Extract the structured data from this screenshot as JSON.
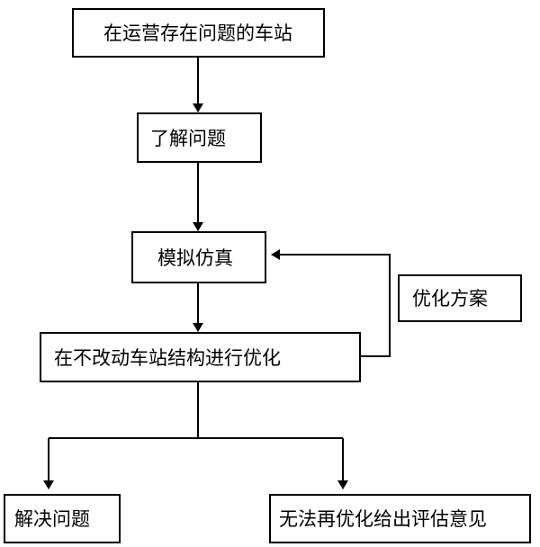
{
  "nodes": {
    "start": {
      "label": "在运营存在问题的车站"
    },
    "understand": {
      "label": "了解问题"
    },
    "simulate": {
      "label": "模拟仿真"
    },
    "optimize": {
      "label": "在不改动车站结构进行优化"
    },
    "plan": {
      "label": "优化方案"
    },
    "solve": {
      "label": "解决问题"
    },
    "evaluate": {
      "label": "无法再优化给出评估意见"
    }
  },
  "colors": {
    "line": "#000000",
    "box_fill": "#ffffff",
    "text": "#000000"
  }
}
